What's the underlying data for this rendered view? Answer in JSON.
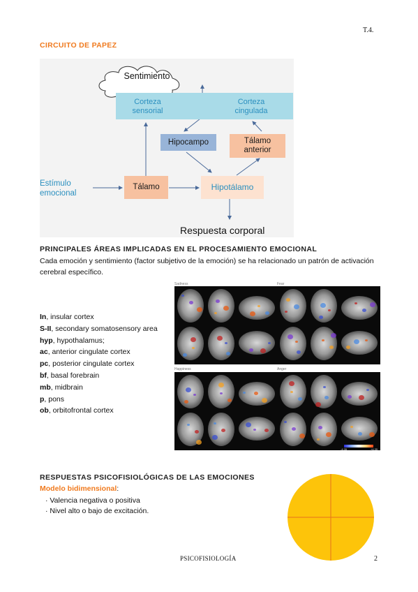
{
  "header": {
    "chapter": "T.4."
  },
  "section1": {
    "title": "CIRCUITO DE PAPEZ"
  },
  "diagram": {
    "sentimiento": "Sentimiento",
    "corteza_sensorial": "Corteza sensorial",
    "corteza_cingulada": "Corteza cingulada",
    "hipocampo": "Hipocampo",
    "talamo_anterior": "Tálamo anterior",
    "estimulo": "Estímulo emocional",
    "talamo": "Tálamo",
    "hipotalamo": "Hipotálamo",
    "respuesta": "Respuesta corporal"
  },
  "section2": {
    "title": "PRINCIPALES ÁREAS IMPLICADAS EN EL PROCESAMIENTO EMOCIONAL",
    "paragraph": "Cada emoción y sentimiento (factor subjetivo de la emoción) se ha relacionado un patrón de activación cerebral específico."
  },
  "legend": [
    {
      "abbr": "In",
      "desc": ", insular cortex"
    },
    {
      "abbr": "S-II",
      "desc": ", secondary somatosensory area"
    },
    {
      "abbr": "hyp",
      "desc": ", hypothalamus;"
    },
    {
      "abbr": "ac",
      "desc": ", anterior cingulate cortex"
    },
    {
      "abbr": "pc",
      "desc": ", posterior cingulate cortex"
    },
    {
      "abbr": "bf",
      "desc": ", basal forebrain"
    },
    {
      "abbr": "mb",
      "desc": ", midbrain"
    },
    {
      "abbr": "p",
      "desc": ", pons"
    },
    {
      "abbr": "ob",
      "desc": ", orbitofrontal cortex"
    }
  ],
  "brain_panels": {
    "sadness": "Sadness",
    "fear": "Fear",
    "happiness": "Happiness",
    "anger": "Anger",
    "colorbar_min": "-4.35",
    "colorbar_max": "+4.35"
  },
  "section3": {
    "title": "RESPUESTAS PSICOFISIOLÓGICAS DE LAS EMOCIONES",
    "model_label": "Modelo bidimensional",
    "model_colon": ":",
    "bullets": [
      "Valencia negativa o positiva",
      "Nivel alto o bajo de excitación."
    ]
  },
  "colors": {
    "accent_orange": "#f07a1e",
    "circle_fill": "#fdc40a",
    "circle_lines": "#e8711c"
  },
  "footer": {
    "subject": "PSICOFISIOLOGÍA",
    "page": "2"
  }
}
